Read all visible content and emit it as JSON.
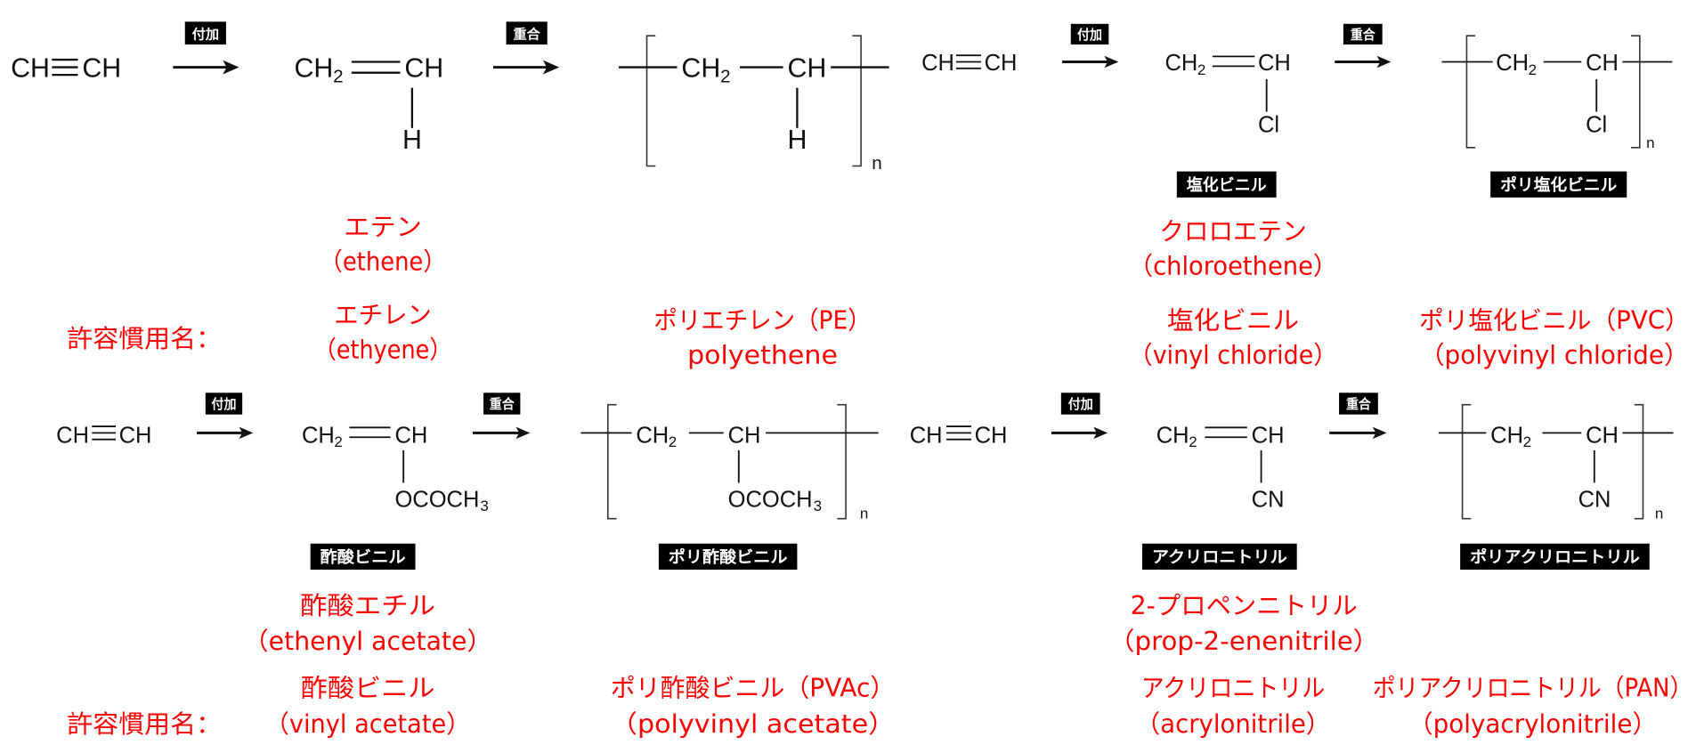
{
  "common_name_label": "許容慣用名：",
  "colors": {
    "name_text": "#ff0000",
    "structure": "#111111",
    "tag_background": "#000000",
    "tag_text": "#ffffff"
  },
  "schemes": [
    {
      "reactant": {
        "left": "CH",
        "right": "CH"
      },
      "addition_label": "付加",
      "polymerization_label": "重合",
      "monomer": {
        "left": "CH",
        "left_sub": "2",
        "right": "CH",
        "group": "H"
      },
      "polymer": {
        "left": "CH",
        "left_sub": "2",
        "right": "CH",
        "group": "H",
        "repeat": "n"
      },
      "names": {
        "iupac": {
          "jp": "エテン",
          "en": "（ethene）"
        },
        "common": {
          "jp": "エチレン",
          "en": "（ethyene）"
        },
        "polymer": {
          "jp": "ポリエチレン（PE）",
          "en": "polyethene"
        }
      }
    },
    {
      "reactant": {
        "left": "CH",
        "right": "CH"
      },
      "addition_label": "付加",
      "polymerization_label": "重合",
      "monomer": {
        "left": "CH",
        "left_sub": "2",
        "right": "CH",
        "group": "Cl"
      },
      "polymer": {
        "left": "CH",
        "left_sub": "2",
        "right": "CH",
        "group": "Cl",
        "repeat": "n"
      },
      "monomer_tag": "塩化ビニル",
      "polymer_tag": "ポリ塩化ビニル",
      "names": {
        "iupac": {
          "jp": "クロロエテン",
          "en": "（chloroethene）"
        },
        "common": {
          "jp": "塩化ビニル",
          "en": "（vinyl chloride）"
        },
        "polymer": {
          "jp": "ポリ塩化ビニル（PVC）",
          "en": "（polyvinyl chloride）"
        }
      }
    },
    {
      "reactant": {
        "left": "CH",
        "right": "CH"
      },
      "addition_label": "付加",
      "polymerization_label": "重合",
      "monomer": {
        "left": "CH",
        "left_sub": "2",
        "right": "CH",
        "group": "OCOCH",
        "group_sub": "3"
      },
      "polymer": {
        "left": "CH",
        "left_sub": "2",
        "right": "CH",
        "group": "OCOCH",
        "group_sub": "3",
        "repeat": "n"
      },
      "monomer_tag": "酢酸ビニル",
      "polymer_tag": "ポリ酢酸ビニル",
      "names": {
        "iupac": {
          "jp": "酢酸エチル",
          "en": "（ethenyl acetate）"
        },
        "common": {
          "jp": "酢酸ビニル",
          "en": "（vinyl acetate）"
        },
        "polymer": {
          "jp": "ポリ酢酸ビニル（PVAc）",
          "en": "（polyvinyl acetate）"
        }
      }
    },
    {
      "reactant": {
        "left": "CH",
        "right": "CH"
      },
      "addition_label": "付加",
      "polymerization_label": "重合",
      "monomer": {
        "left": "CH",
        "left_sub": "2",
        "right": "CH",
        "group": "CN"
      },
      "polymer": {
        "left": "CH",
        "left_sub": "2",
        "right": "CH",
        "group": "CN",
        "repeat": "n"
      },
      "monomer_tag": "アクリロニトリル",
      "polymer_tag": "ポリアクリロニトリル",
      "names": {
        "iupac": {
          "jp": "2-プロペンニトリル",
          "en": "（prop-2-enenitrile）"
        },
        "common": {
          "jp": "アクリロニトリル",
          "en": "（acrylonitrile）"
        },
        "polymer": {
          "jp": "ポリアクリロニトリル（PAN）",
          "en": "（polyacrylonitrile）"
        }
      }
    }
  ]
}
